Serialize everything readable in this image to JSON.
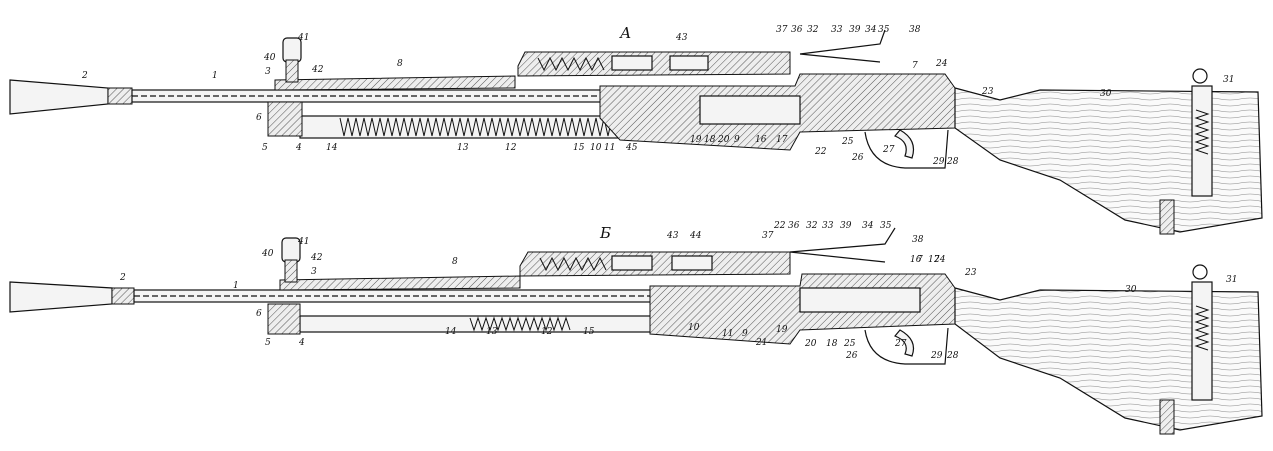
{
  "sections": [
    {
      "id": "A",
      "letter": "А",
      "labels": [
        "1",
        "2",
        "3",
        "4",
        "5",
        "6",
        "7",
        "8",
        "9",
        "10",
        "11",
        "12",
        "13",
        "14",
        "15",
        "16",
        "17",
        "18",
        "19",
        "20",
        "22",
        "23",
        "24",
        "25",
        "26",
        "27",
        "28",
        "29",
        "30",
        "31",
        "32",
        "33",
        "34",
        "35",
        "36",
        "37",
        "38",
        "39",
        "40",
        "41",
        "42",
        "43",
        "45"
      ]
    },
    {
      "id": "B",
      "letter": "Б",
      "labels": [
        "1",
        "2",
        "3",
        "4",
        "5",
        "6",
        "7",
        "8",
        "9",
        "10",
        "11",
        "12",
        "13",
        "14",
        "15",
        "16",
        "17",
        "18",
        "19",
        "20",
        "21",
        "22",
        "23",
        "24",
        "25",
        "26",
        "27",
        "28",
        "29",
        "30",
        "31",
        "32",
        "33",
        "34",
        "35",
        "36",
        "37",
        "38",
        "39",
        "40",
        "41",
        "42",
        "43",
        "44"
      ]
    }
  ]
}
